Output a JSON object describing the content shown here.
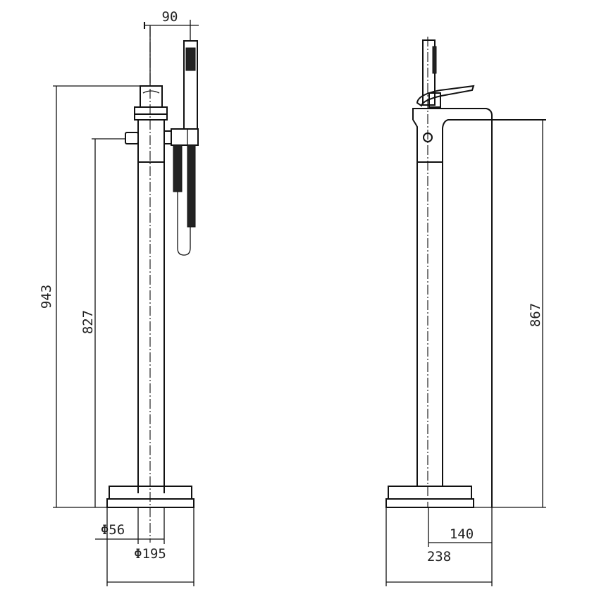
{
  "drawing": {
    "front_view": {
      "dim_top_spacing": "90",
      "dim_total_height": "943",
      "dim_knob_height": "827",
      "dim_pipe_diameter": "Φ56",
      "dim_base_diameter": "Φ195"
    },
    "side_view": {
      "dim_spout_height": "867",
      "dim_spout_reach": "140",
      "dim_overall_depth": "238"
    }
  },
  "colors": {
    "line": "#111111",
    "background": "#ffffff"
  }
}
